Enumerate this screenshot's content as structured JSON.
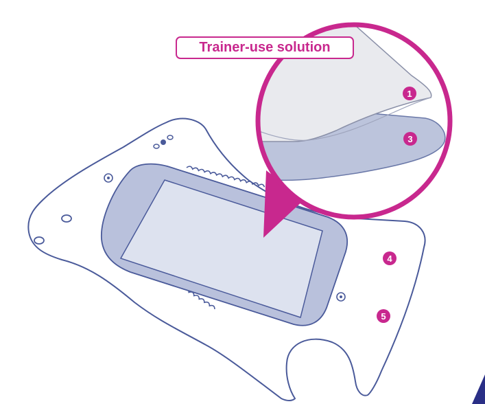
{
  "title": "Trainer-use solution",
  "callouts": [
    {
      "id": "1",
      "label": "1"
    },
    {
      "id": "3",
      "label": "3"
    },
    {
      "id": "4",
      "label": "4"
    },
    {
      "id": "5",
      "label": "5"
    }
  ],
  "colors": {
    "accent": "#c8288e",
    "outline": "#4a5a9a",
    "screen_frame": "#b9c1dc",
    "screen_inner": "#dde2ef",
    "top_layer": "#e9eaee",
    "lower_layer": "#bcc4dc",
    "corner": "#2a2f86"
  }
}
